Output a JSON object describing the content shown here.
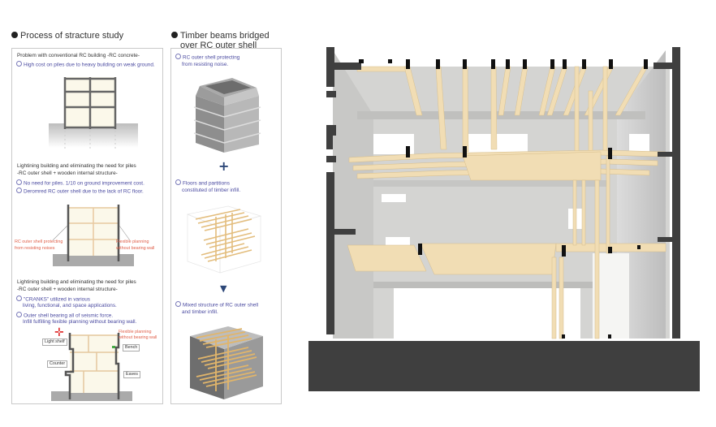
{
  "left_panel": {
    "heading": "Process of stracture study",
    "sections": [
      {
        "title_lines": [
          "Problem with conventional RC building  -RC concrete-"
        ],
        "bullets": [
          {
            "lines": [
              "High cost on piles due to heavy building on weak ground."
            ]
          }
        ]
      },
      {
        "title_lines": [
          "Lightining building and eliminating the need for piles",
          "-RC outer shell + wooden internal structure-"
        ],
        "bullets": [
          {
            "lines": [
              "No need for piles. 1/10 on ground improvement cost."
            ]
          },
          {
            "lines": [
              "Deromred RC outer shell due to the lack of RC floor."
            ]
          }
        ],
        "annotations": {
          "left": [
            "RC outer shell protecting",
            "from resisting noises"
          ],
          "right": [
            "Flexible planning",
            "without bearing wall"
          ]
        }
      },
      {
        "title_lines": [
          "Lightining building and eliminating the need for piles",
          "-RC outer shell + wooden internal structure-"
        ],
        "bullets": [
          {
            "lines": [
              "\"CRANKS\" utilized in various",
              "living, functional, and space applications."
            ]
          },
          {
            "lines": [
              "Outer shell bearing all of seismic force.",
              "Infill fulfilling fexible planning without bearing wall."
            ]
          }
        ],
        "annotations": {
          "flex": [
            "Flexible planning",
            "without bearing wall"
          ],
          "labels": [
            "Light shelf",
            "Bench",
            "Counter",
            "Eaves"
          ]
        }
      }
    ]
  },
  "middle_panel": {
    "heading_lines": [
      "Timber beams bridged",
      "over RC outer shell"
    ],
    "steps": [
      {
        "lines": [
          "RC outer shell protecting",
          "from resisting noise."
        ]
      },
      {
        "lines": [
          "Floors and partitions",
          "constituted of timber infill."
        ]
      },
      {
        "lines": [
          "Mixed structure of RC outer shell",
          "and timber infill."
        ]
      }
    ],
    "operators": [
      "+",
      "▼"
    ]
  },
  "colors": {
    "bullet_text": "#4a4aa0",
    "annotation_red": "#e0604a",
    "timber": "#f1ddb4",
    "concrete": "#c9c9c7",
    "shell_dark": "#3f3f3f",
    "operator": "#2d4778"
  }
}
